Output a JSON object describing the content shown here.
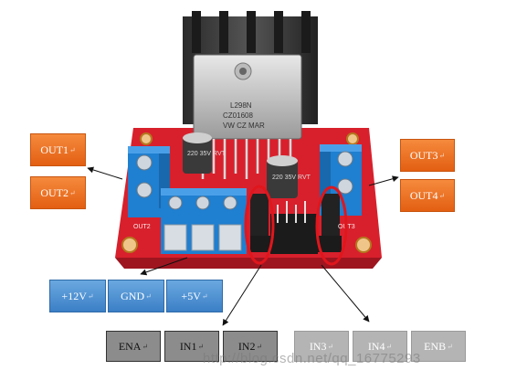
{
  "labels": {
    "out1": "OUT1",
    "out2": "OUT2",
    "out3": "OUT3",
    "out4": "OUT4",
    "v12": "+12V",
    "gnd": "GND",
    "v5": "+5V",
    "ena": "ENA",
    "in1": "IN1",
    "in2": "IN2",
    "in3": "IN3",
    "in4": "IN4",
    "enb": "ENB",
    "mark": "↵"
  },
  "board": {
    "chip_text": [
      "L298N",
      "CZ01608",
      "VW CZ MAR"
    ],
    "cap_text": [
      "220",
      "35V",
      "RVT"
    ],
    "silk_out2": "OUT2",
    "silk_out3": "OUT3"
  },
  "watermark": "http://blog.csdn.net/qq_16775293",
  "colors": {
    "orange": "#e86a1e",
    "blue": "#4a8fd3",
    "board_red": "#d8202c",
    "terminal_blue": "#1f7fd0",
    "circle_red": "#e0161c"
  }
}
